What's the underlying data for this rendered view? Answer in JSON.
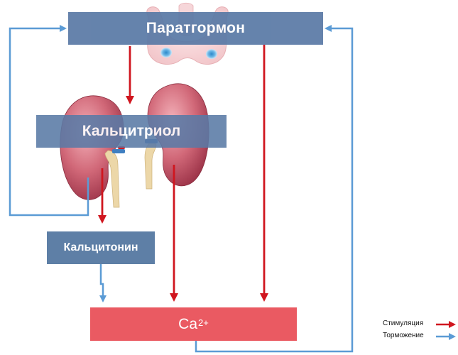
{
  "boxes": {
    "parathyroid_hormone": "Паратгормон",
    "calcitriol": "Кальцитриол",
    "calcitonin": "Кальцитонин",
    "calcium": "Ca",
    "calcium_charge": "2+"
  },
  "legend": {
    "stimulation": "Стимуляция",
    "inhibition": "Торможение"
  },
  "colors": {
    "stimulation_arrow": "#d0161f",
    "inhibition_arrow": "#5b9bd5",
    "hormone_box": "#5a7aa6",
    "calcium_box": "#ea5a62"
  },
  "illustrations": [
    "thyroid-parathyroid-glands",
    "kidney-left",
    "kidney-right"
  ]
}
